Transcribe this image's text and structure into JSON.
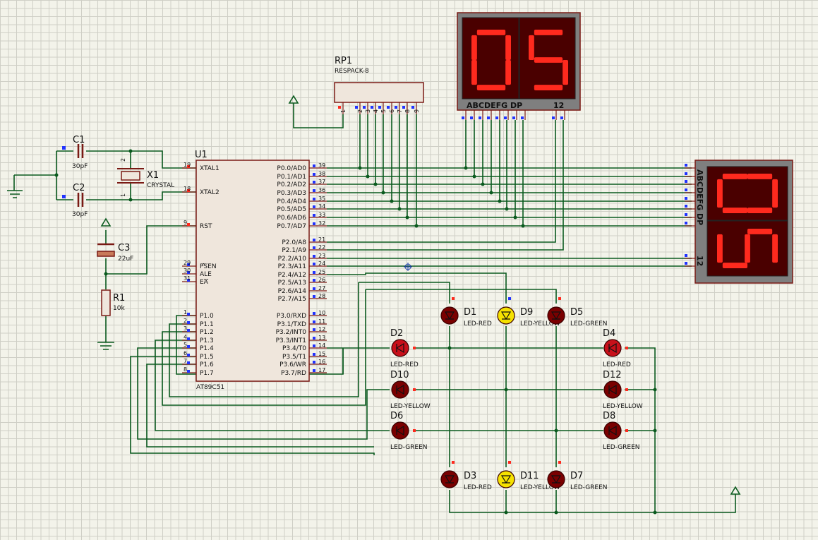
{
  "colors": {
    "wire": "#0a5a1e",
    "body": "#efe6dc",
    "border": "#7a1a14",
    "segOn": "#ff2a1e",
    "segOff": "#4a0000",
    "displayFrame": "#7f7f7f",
    "ledRed": "#c8101a",
    "ledYellow": "#f5e100",
    "ledDark": "#7a0000"
  },
  "mcu": {
    "ref": "U1",
    "part": "AT89C51",
    "left": [
      {
        "name": "XTAL1",
        "num": "19"
      },
      {
        "name": "XTAL2",
        "num": "18"
      },
      {
        "name": "RST",
        "num": "9"
      },
      {
        "name": "PSEN",
        "num": "29"
      },
      {
        "name": "ALE",
        "num": "30"
      },
      {
        "name": "EA",
        "num": "31"
      },
      {
        "name": "P1.0",
        "num": "1"
      },
      {
        "name": "P1.1",
        "num": "2"
      },
      {
        "name": "P1.2",
        "num": "3"
      },
      {
        "name": "P1.3",
        "num": "4"
      },
      {
        "name": "P1.4",
        "num": "5"
      },
      {
        "name": "P1.5",
        "num": "6"
      },
      {
        "name": "P1.6",
        "num": "7"
      },
      {
        "name": "P1.7",
        "num": "8"
      }
    ],
    "right": [
      {
        "name": "P0.0/AD0",
        "num": "39"
      },
      {
        "name": "P0.1/AD1",
        "num": "38"
      },
      {
        "name": "P0.2/AD2",
        "num": "37"
      },
      {
        "name": "P0.3/AD3",
        "num": "36"
      },
      {
        "name": "P0.4/AD4",
        "num": "35"
      },
      {
        "name": "P0.5/AD5",
        "num": "34"
      },
      {
        "name": "P0.6/AD6",
        "num": "33"
      },
      {
        "name": "P0.7/AD7",
        "num": "32"
      },
      {
        "name": "P2.0/A8",
        "num": "21"
      },
      {
        "name": "P2.1/A9",
        "num": "22"
      },
      {
        "name": "P2.2/A10",
        "num": "23"
      },
      {
        "name": "P2.3/A11",
        "num": "24"
      },
      {
        "name": "P2.4/A12",
        "num": "25"
      },
      {
        "name": "P2.5/A13",
        "num": "26"
      },
      {
        "name": "P2.6/A14",
        "num": "27"
      },
      {
        "name": "P2.7/A15",
        "num": "28"
      },
      {
        "name": "P3.0/RXD",
        "num": "10"
      },
      {
        "name": "P3.1/TXD",
        "num": "11"
      },
      {
        "name": "P3.2/INT0",
        "num": "12"
      },
      {
        "name": "P3.3/INT1",
        "num": "13"
      },
      {
        "name": "P3.4/T0",
        "num": "14"
      },
      {
        "name": "P3.5/T1",
        "num": "15"
      },
      {
        "name": "P3.6/WR",
        "num": "16"
      },
      {
        "name": "P3.7/RD",
        "num": "17"
      }
    ]
  },
  "rp1": {
    "ref": "RP1",
    "part": "RESPACK-8",
    "pins": [
      "1",
      "2",
      "3",
      "4",
      "5",
      "6",
      "7",
      "8",
      "9"
    ]
  },
  "c1": {
    "ref": "C1",
    "value": "30pF"
  },
  "c2": {
    "ref": "C2",
    "value": "30pF"
  },
  "x1": {
    "ref": "X1",
    "part": "CRYSTAL",
    "pin1": "1",
    "pin2": "2"
  },
  "c3": {
    "ref": "C3",
    "value": "22uF"
  },
  "r1": {
    "ref": "R1",
    "value": "10k"
  },
  "display_top": {
    "digits": [
      "0",
      "5"
    ],
    "pin_label": "ABCDEFG  DP",
    "common_label": "12"
  },
  "display_right": {
    "digits": [
      "0",
      "5"
    ],
    "pin_label": "ABCDEFG DP",
    "common_label": "12"
  },
  "leds": [
    {
      "ref": "D1",
      "part": "LED-RED"
    },
    {
      "ref": "D9",
      "part": "LED-YELLOW"
    },
    {
      "ref": "D5",
      "part": "LED-GREEN"
    },
    {
      "ref": "D2",
      "part": "LED-RED"
    },
    {
      "ref": "D4",
      "part": "LED-RED"
    },
    {
      "ref": "D10",
      "part": "LED-YELLOW"
    },
    {
      "ref": "D12",
      "part": "LED-YELLOW"
    },
    {
      "ref": "D6",
      "part": "LED-GREEN"
    },
    {
      "ref": "D8",
      "part": "LED-GREEN"
    },
    {
      "ref": "D3",
      "part": "LED-RED"
    },
    {
      "ref": "D11",
      "part": "LED-YELLOW"
    },
    {
      "ref": "D7",
      "part": "LED-GREEN"
    }
  ]
}
